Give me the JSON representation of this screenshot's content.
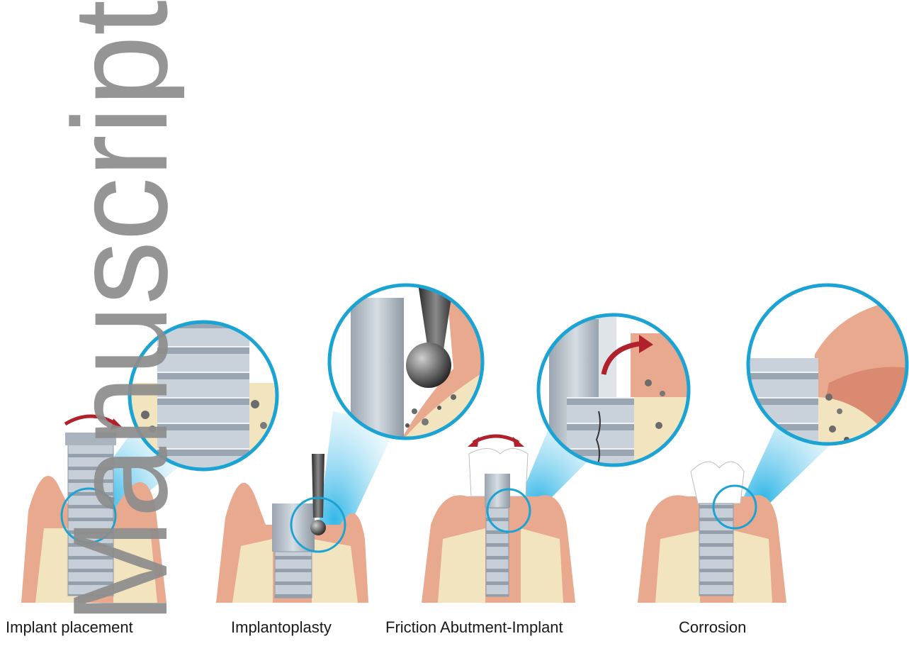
{
  "panels": [
    {
      "caption": "Implant placement"
    },
    {
      "caption": "Implantoplasty"
    },
    {
      "caption": "Friction Abutment-Implant"
    },
    {
      "caption": "Corrosion"
    }
  ],
  "watermark": {
    "text": "Manuscript"
  },
  "colors": {
    "gum": "#e9a98f",
    "gum_dark": "#d98a70",
    "bone": "#f3e4c0",
    "bone_pore": "#e2cc98",
    "implant": "#b9c3cd",
    "implant_dark": "#8f9aa5",
    "inset_ring": "#1aa3d3",
    "arrow": "#b0212b",
    "tooth": "#ffffff",
    "watermark": "#8c8c8c"
  },
  "icons": [
    "rotation-arrow-icon",
    "burr-tool-icon",
    "double-arrow-icon",
    "curved-arrow-icon"
  ]
}
